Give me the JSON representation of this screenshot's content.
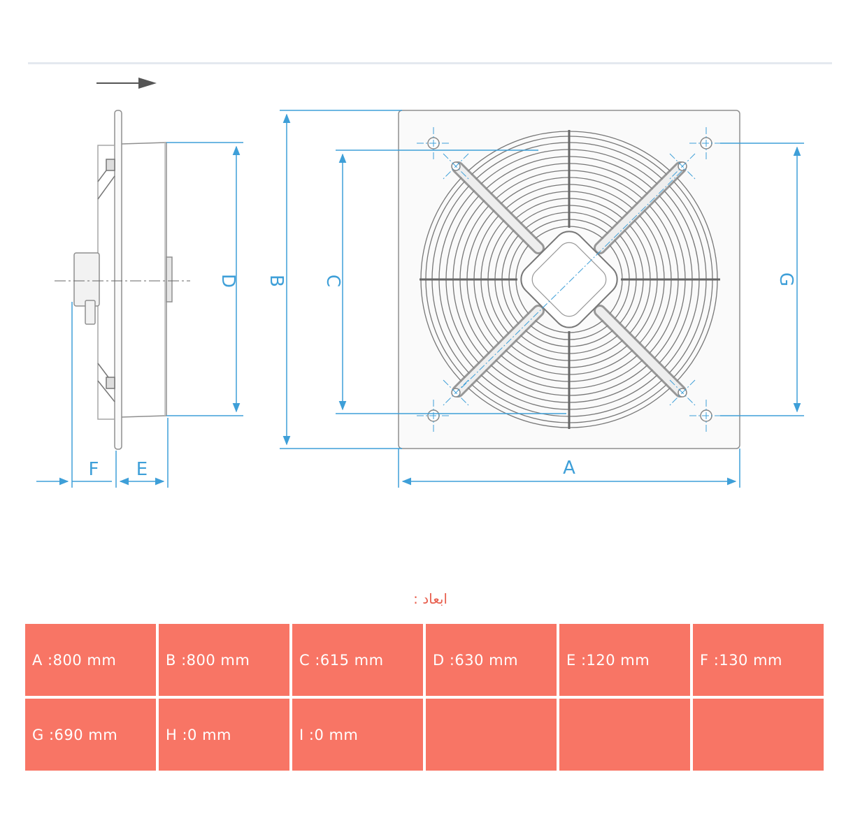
{
  "diagram": {
    "labels": {
      "a": "A",
      "b": "B",
      "c": "C",
      "d": "D",
      "e": "E",
      "f": "F",
      "g": "G"
    },
    "colors": {
      "dimension": "#3e9fd8",
      "outline": "#8f8f8f",
      "guard": "#777777"
    }
  },
  "dimensions": {
    "caption": "ابعاد :",
    "rows": [
      [
        "A :800 mm",
        "B :800 mm",
        "C :615 mm",
        "D :630 mm",
        "E :120 mm",
        "F :130 mm"
      ],
      [
        "G :690 mm",
        "H :0 mm",
        "I :0 mm",
        "",
        "",
        ""
      ]
    ]
  }
}
